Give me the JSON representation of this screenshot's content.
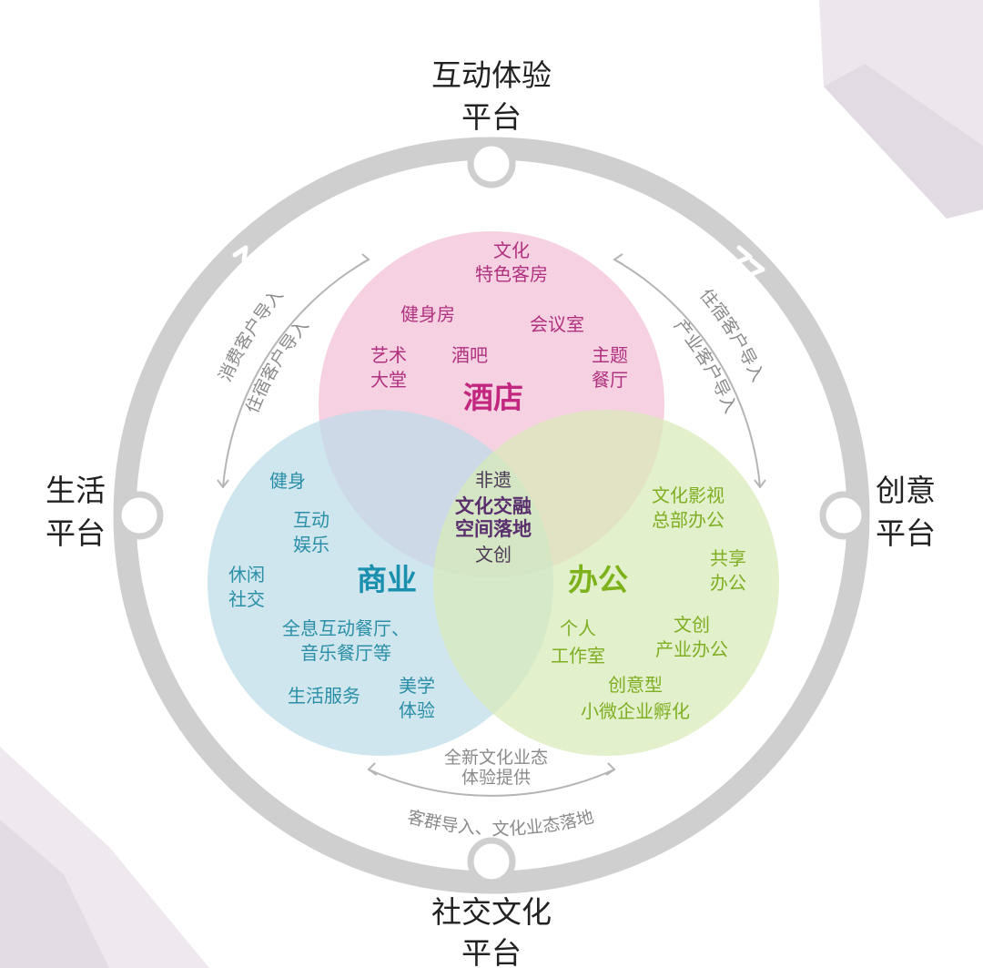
{
  "platforms": {
    "top": [
      "互动体验",
      "平台"
    ],
    "left": [
      "生活",
      "平台"
    ],
    "right": [
      "创意",
      "平台"
    ],
    "bottom": [
      "社交文化",
      "平台"
    ]
  },
  "zones": {
    "hotel": {
      "label": "酒店",
      "color": "#c2277f",
      "fill": "#f4c9dd",
      "items": [
        [
          "文化",
          "特色客房"
        ],
        [
          "健身房"
        ],
        [
          "会议室"
        ],
        [
          "艺术",
          "大堂"
        ],
        [
          "酒吧"
        ],
        [
          "主题",
          "餐厅"
        ]
      ]
    },
    "commerce": {
      "label": "商业",
      "color": "#1a8fae",
      "fill": "#c8e4ef",
      "items": [
        [
          "健身"
        ],
        [
          "互动",
          "娱乐"
        ],
        [
          "休闲",
          "社交"
        ],
        [
          "全息互动餐厅、",
          "音乐餐厅等"
        ],
        [
          "生活服务"
        ],
        [
          "美学",
          "体验"
        ]
      ]
    },
    "office": {
      "label": "办公",
      "color": "#7db21c",
      "fill": "#e2efcb",
      "items": [
        [
          "文化影视",
          "总部办公"
        ],
        [
          "共享",
          "办公"
        ],
        [
          "个人",
          "工作室"
        ],
        [
          "文创",
          "产业办公"
        ],
        [
          "创意型",
          "小微企业孵化"
        ]
      ]
    }
  },
  "center": {
    "top": "非遗",
    "main": [
      "文化交融",
      "空间落地"
    ],
    "bottom": "文创"
  },
  "flows": {
    "left_outer": "消费客户导入",
    "left_inner": "住宿客户导入",
    "right_outer": "住宿客户导入",
    "right_inner": "产业客户导入",
    "bottom_inner": [
      "全新文化业态",
      "体验提供"
    ],
    "bottom_outer": "客群导入、文化业态落地"
  },
  "colors": {
    "ring": "#cfcfcf",
    "ring_node": "#cfcfcf",
    "flow_text": "#8a8a8a",
    "platform_text": "#222222",
    "background_deco": "#ece6ec"
  }
}
